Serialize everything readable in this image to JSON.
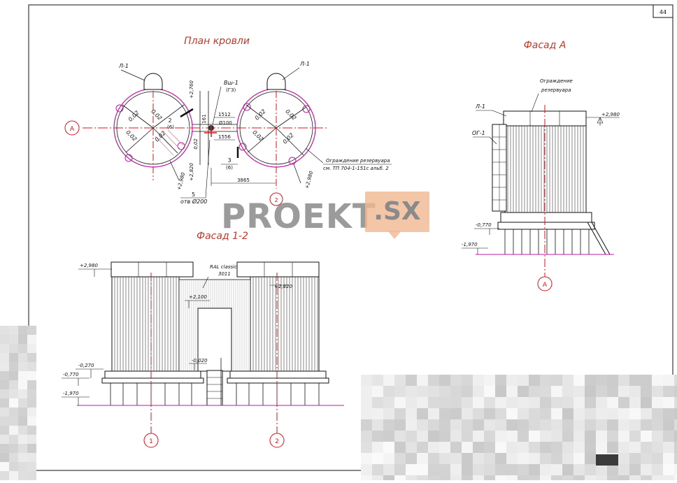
{
  "sheet": {
    "number": "44"
  },
  "titles": {
    "roof_plan": "План кровли",
    "facade_a": "Фасад А",
    "facade_12": "Фасад 1-2"
  },
  "axes": {
    "a": "А",
    "one": "1",
    "two": "2"
  },
  "roof_plan": {
    "l1_left": "Л-1",
    "l1_right": "Л-1",
    "vsh": "Вш-1",
    "vsh_sub": "(ГЗ)",
    "level_2760": "+2,760",
    "level_2820": "+2,820",
    "level_2980_left": "+2,980",
    "level_2980_right": "+2,980",
    "slope": "0,02",
    "callout_2": "2",
    "callout_2_sub": "(6)",
    "callout_3": "3",
    "callout_3_sub": "(6)",
    "callout_5": "5",
    "hole": "отв Ø200",
    "dim_1512": "1512",
    "dim_100": "Ø100",
    "dim_1556": "1556",
    "dim_161": "161",
    "dim_3865": "3865",
    "fence_line1": "Ограждение резервуара",
    "fence_line2": "см. ТП 704-1-151с альб. 2"
  },
  "facade_a": {
    "l1": "Л-1",
    "og1": "ОГ-1",
    "fence_line1": "Ограждение",
    "fence_line2": "резервуара",
    "level_2980": "+2,980",
    "level_0770": "-0,770",
    "level_1970": "-1,970"
  },
  "facade_12": {
    "level_2980": "+2,980",
    "level_2820": "+2,820",
    "level_2100": "+2,100",
    "level_0020": "-0,020",
    "level_0270": "-0,270",
    "level_0770": "-0,770",
    "level_1970": "-1,970",
    "ral_line1": "RAL classic",
    "ral_line2": "3011"
  },
  "watermark": {
    "text": "PROEKT",
    "badge": ".SX"
  },
  "colors": {
    "line": "#111111",
    "title": "#c0392b",
    "axis": "#d4141e",
    "magenta": "#c01aa0",
    "hatch": "#d08a9a"
  }
}
